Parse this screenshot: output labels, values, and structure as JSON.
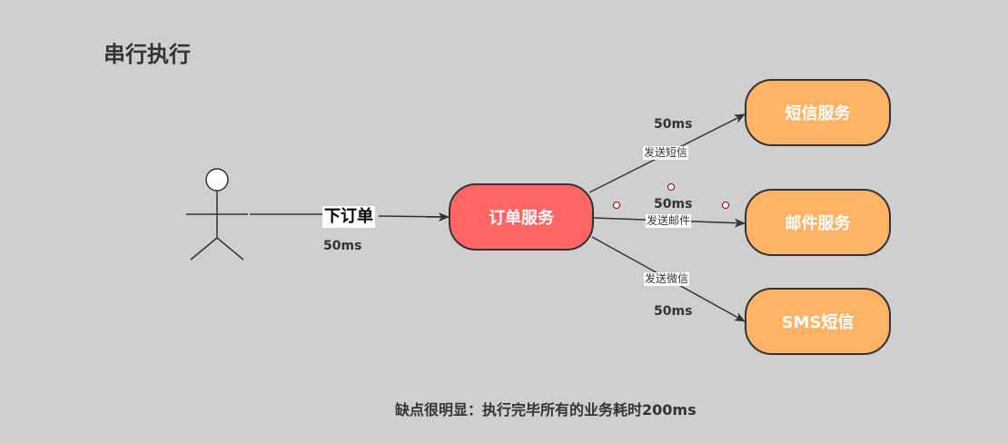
{
  "title": "串行执行",
  "colors": {
    "background": "#cfcfcf",
    "order_service_fill": "#ff6666",
    "downstream_service_fill": "#ffb366",
    "stroke": "#333333",
    "handle_fill": "#ffffff",
    "handle_stroke": "#990000"
  },
  "actor": {
    "icon": "stick-figure-icon"
  },
  "order_edge": {
    "label": "下订单",
    "time": "50ms"
  },
  "nodes": {
    "order_service": "订单服务",
    "sms_service": "短信服务",
    "mail_service": "邮件服务",
    "sms_short_service": "SMS短信"
  },
  "edges": {
    "send_sms": {
      "label": "发送短信",
      "time": "50ms"
    },
    "send_mail": {
      "label": "发送邮件",
      "time": "50ms"
    },
    "send_wechat": {
      "label": "发送微信",
      "time": "50ms"
    }
  },
  "caption": "缺点很明显：执行完毕所有的业务耗时200ms"
}
